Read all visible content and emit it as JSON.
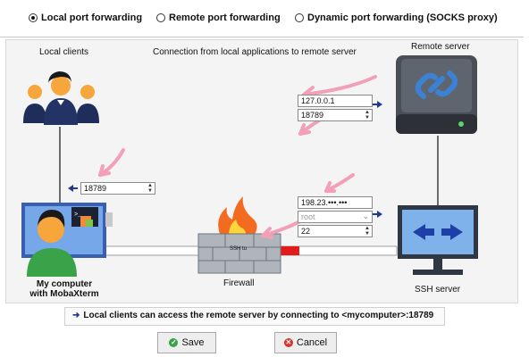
{
  "modes": [
    {
      "label": "Local port forwarding",
      "selected": true
    },
    {
      "label": "Remote port forwarding",
      "selected": false
    },
    {
      "label": "Dynamic port forwarding (SOCKS proxy)",
      "selected": false
    }
  ],
  "diagram": {
    "local_clients_label": "Local clients",
    "caption": "Connection from local applications to remote server",
    "remote_server_label": "Remote server",
    "my_computer_label_line1": "My computer",
    "my_computer_label_line2": "with MobaXterm",
    "firewall_label": "Firewall",
    "ssh_server_label": "SSH server",
    "tunnel_label": "SSH tu",
    "forwarded_port": "18789",
    "remote_host": "127.0.0.1",
    "remote_port": "18789",
    "ssh_server_host": "198.23.•••.•••",
    "ssh_user": "root",
    "ssh_port": "22"
  },
  "summary_text": "Local clients can access the remote server by connecting to <mycomputer>:18789",
  "buttons": {
    "save": "Save",
    "cancel": "Cancel"
  },
  "colors": {
    "arrow": "#1f3b8a",
    "tunnel_red": "#e01c1c",
    "save_icon": "#3aa34a",
    "cancel_icon": "#d9342b",
    "pink_arrow": "#f2a0b8"
  }
}
